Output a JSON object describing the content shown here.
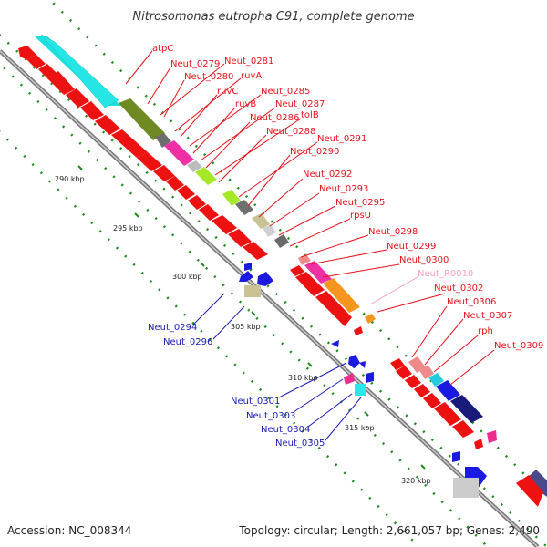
{
  "title": "Nitrosomonas eutropha C91, complete genome",
  "footer": {
    "accession": "Accession: NC_008344",
    "summary": "Topology: circular; Length: 2,661,057 bp; Genes: 2,490"
  },
  "ticks": [
    "290 kbp",
    "295 kbp",
    "300 kbp",
    "305 kbp",
    "310 kbp",
    "315 kbp",
    "320 kbp"
  ],
  "colors": {
    "forward_label": "#e8121b",
    "reverse_label": "#1a1ab8",
    "rna_label": "#f7a0c0",
    "backbone": "#999999",
    "dotted_track": "#1f8a1f"
  },
  "forward_genes": [
    "atpC",
    "Neut_0279",
    "Neut_0281",
    "Neut_0280",
    "ruvA",
    "ruvC",
    "Neut_0285",
    "ruvB",
    "Neut_0287",
    "Neut_0286",
    "tolB",
    "Neut_0288",
    "Neut_0291",
    "Neut_0290",
    "Neut_0292",
    "Neut_0293",
    "Neut_0295",
    "rpsU",
    "Neut_0298",
    "Neut_0299",
    "Neut_0300",
    "Neut_R0010",
    "Neut_0302",
    "Neut_0306",
    "Neut_0307",
    "rph",
    "Neut_0309"
  ],
  "reverse_genes": [
    "Neut_0294",
    "Neut_0296",
    "Neut_0301",
    "Neut_0303",
    "Neut_0304",
    "Neut_0305"
  ]
}
